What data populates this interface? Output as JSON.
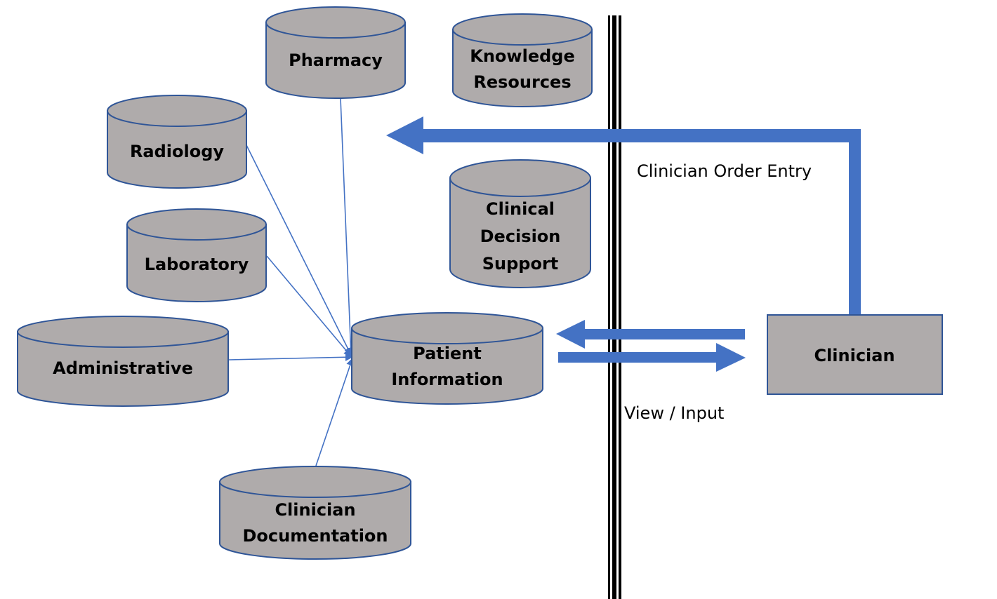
{
  "diagram": {
    "title": "",
    "colors": {
      "node_fill": "#afabab",
      "node_stroke": "#2f5597",
      "connector": "#4472c4",
      "barrier": "#000000"
    },
    "nodes": {
      "pharmacy": {
        "label_lines": [
          "Pharmacy"
        ],
        "shape": "cylinder"
      },
      "knowledge": {
        "label_lines": [
          "Knowledge",
          "Resources"
        ],
        "shape": "cylinder"
      },
      "radiology": {
        "label_lines": [
          "Radiology"
        ],
        "shape": "cylinder"
      },
      "laboratory": {
        "label_lines": [
          "Laboratory"
        ],
        "shape": "cylinder"
      },
      "administrative": {
        "label_lines": [
          "Administrative"
        ],
        "shape": "cylinder"
      },
      "patient": {
        "label_lines": [
          "Patient",
          "Information"
        ],
        "shape": "cylinder"
      },
      "documentation": {
        "label_lines": [
          "Clinician",
          "Documentation"
        ],
        "shape": "cylinder"
      },
      "cds": {
        "label_lines": [
          "Clinical",
          "Decision",
          "Support"
        ],
        "shape": "cylinder"
      },
      "clinician": {
        "label_lines": [
          "Clinician"
        ],
        "shape": "rectangle"
      }
    },
    "edges": [
      {
        "from": "pharmacy",
        "to": "patient",
        "style": "thin-arrow"
      },
      {
        "from": "radiology",
        "to": "patient",
        "style": "thin-arrow"
      },
      {
        "from": "laboratory",
        "to": "patient",
        "style": "thin-arrow"
      },
      {
        "from": "administrative",
        "to": "patient",
        "style": "thin-arrow"
      },
      {
        "from": "documentation",
        "to": "patient",
        "style": "thin-arrow"
      },
      {
        "from": "clinician",
        "to": "pharmacy-area",
        "style": "thick-arrow",
        "label": "Clinician Order Entry"
      },
      {
        "from": "clinician",
        "to": "patient",
        "style": "thick-arrow",
        "label": "View / Input"
      },
      {
        "from": "patient",
        "to": "clinician",
        "style": "thick-arrow"
      }
    ],
    "labels": {
      "order_entry": "Clinician Order Entry",
      "view_input": "View / Input"
    }
  }
}
